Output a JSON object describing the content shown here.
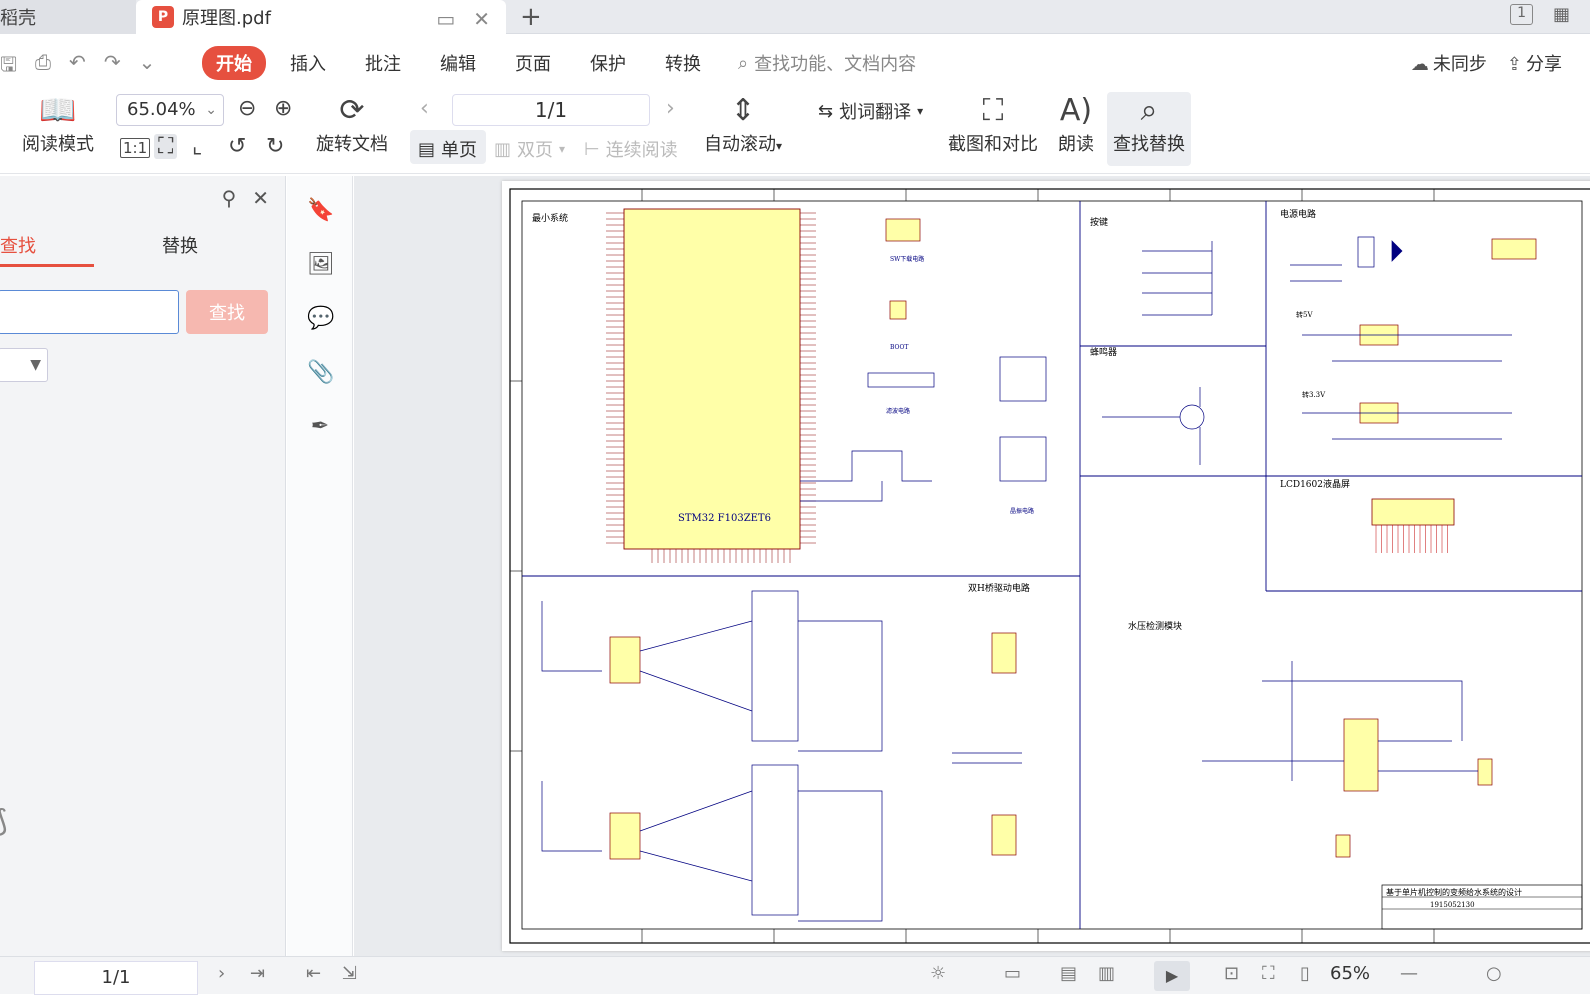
{
  "tabs": {
    "home_label": "稻壳",
    "doc_label": "原理图.pdf",
    "new_tab": "+"
  },
  "menubar": {
    "items": [
      "开始",
      "插入",
      "批注",
      "编辑",
      "页面",
      "保护",
      "转换"
    ],
    "search_placeholder": "查找功能、文档内容",
    "sync": "未同步",
    "share": "分享"
  },
  "toolbar": {
    "read_mode": "阅读模式",
    "zoom": "65.04%",
    "ratio": "1:1",
    "rotate": "旋转文档",
    "page_value": "1/1",
    "single": "单页",
    "double": "双页",
    "continuous": "连续阅读",
    "auto_scroll": "自动滚动",
    "translate": "划词翻译",
    "screenshot": "截图和对比",
    "read_aloud": "朗读",
    "find_replace": "查找替换"
  },
  "find_panel": {
    "tab_find": "查找",
    "tab_replace": "替换",
    "find_button": "查找"
  },
  "statusbar": {
    "page": "1/1",
    "zoom": "65%"
  },
  "schematic": {
    "min_system": "最小系统",
    "mcu": "STM32 F103ZET6",
    "swd": "SW下载电路",
    "boot": "BOOT",
    "filter": "滤波电路",
    "crystal": "晶振电路",
    "keys": "按键",
    "buzzer": "蜂鸣器",
    "power": "电源电路",
    "v5": "转5V",
    "v33": "转3.3V",
    "lcd": "LCD1602液晶屏",
    "hbridge": "双H桥驱动电路",
    "pressure": "水压检测模块",
    "title_block": "基于单片机控制的变频给水系统的设计",
    "number": "1915052130"
  },
  "colors": {
    "accent": "#e6503f",
    "mcu_fill": "#ffffa8",
    "wire": "#000080",
    "net_red": "#c00000"
  }
}
